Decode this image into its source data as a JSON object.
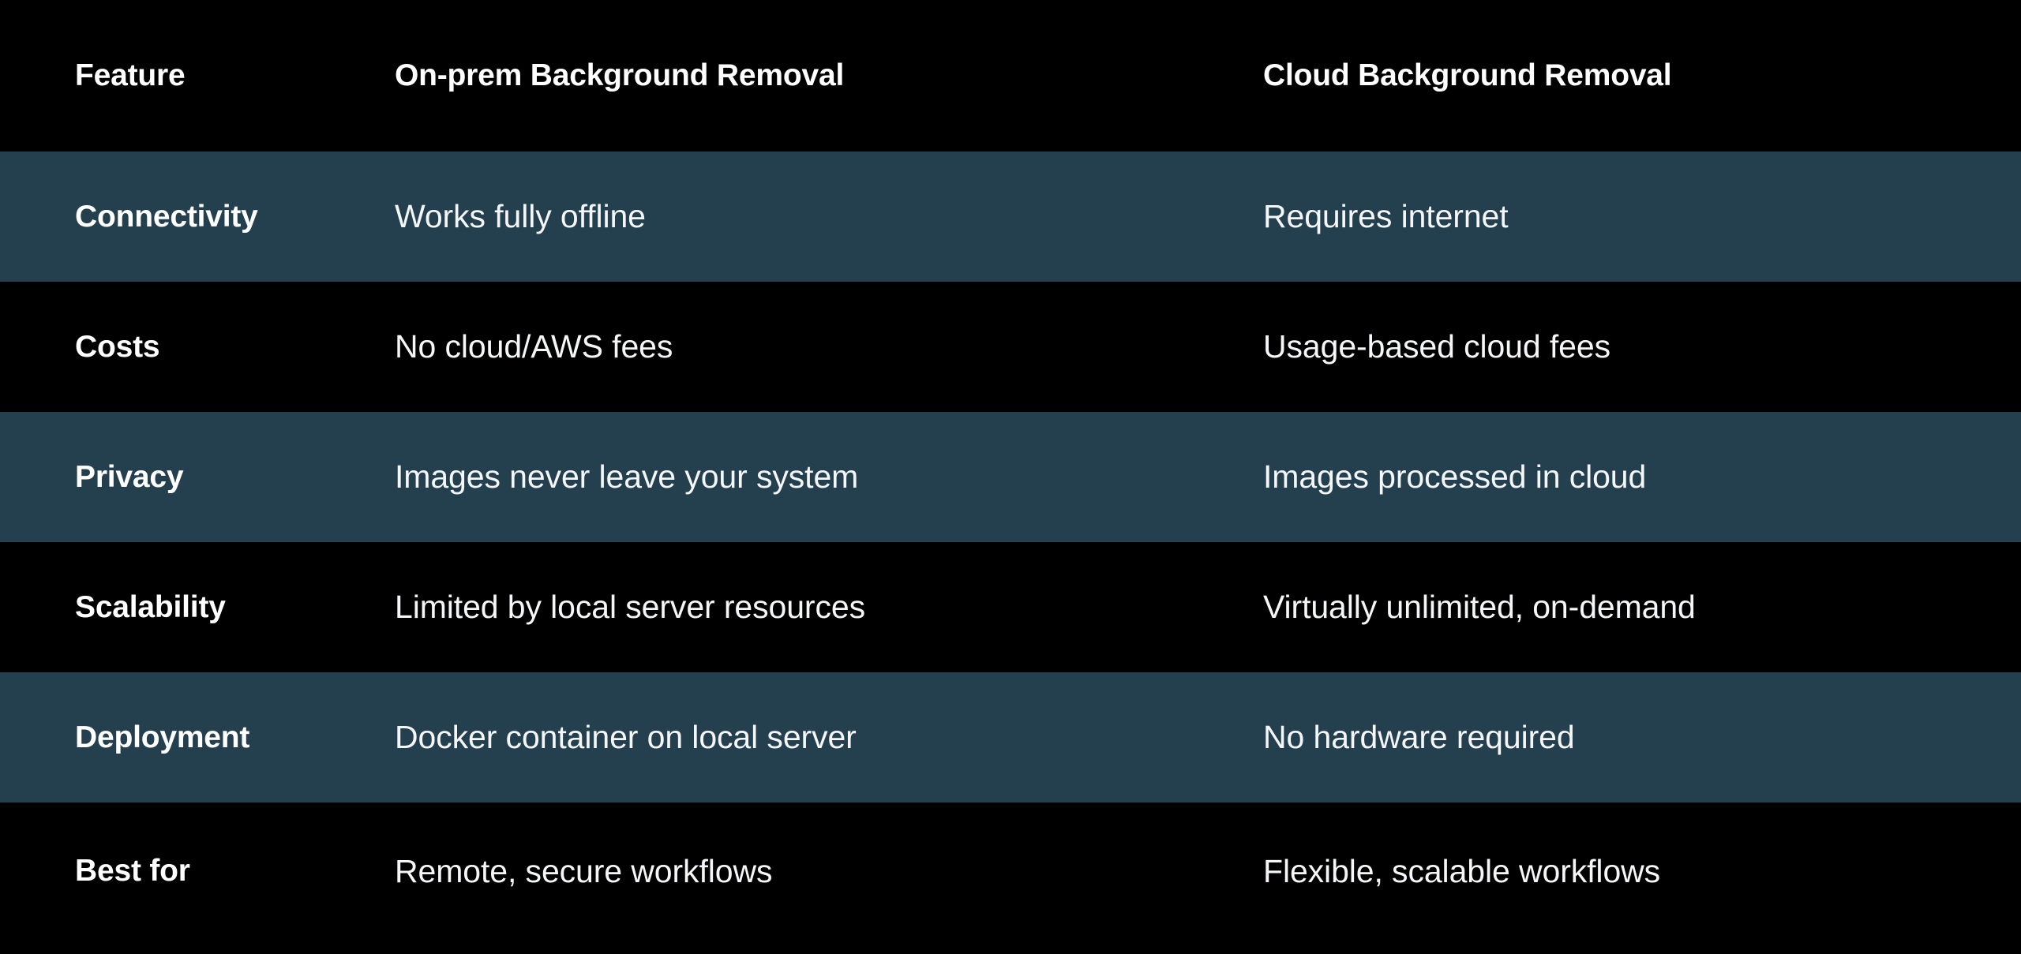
{
  "table": {
    "columns": [
      {
        "key": "feature",
        "label": "Feature"
      },
      {
        "key": "onprem",
        "label": "On-prem Background Removal"
      },
      {
        "key": "cloud",
        "label": "Cloud Background Removal"
      }
    ],
    "rows": [
      {
        "feature": "Connectivity",
        "onprem": "Works fully offline",
        "cloud": "Requires internet",
        "striped": true
      },
      {
        "feature": "Costs",
        "onprem": "No cloud/AWS fees",
        "cloud": "Usage-based cloud fees",
        "striped": false
      },
      {
        "feature": "Privacy",
        "onprem": "Images never leave your system",
        "cloud": "Images processed in cloud",
        "striped": true
      },
      {
        "feature": "Scalability",
        "onprem": "Limited by local server resources",
        "cloud": "Virtually unlimited, on-demand",
        "striped": false
      },
      {
        "feature": "Deployment",
        "onprem": "Docker container on local server",
        "cloud": "No hardware required",
        "striped": true
      },
      {
        "feature": "Best for",
        "onprem": "Remote, secure workflows",
        "cloud": "Flexible, scalable workflows",
        "striped": false
      }
    ]
  },
  "colors": {
    "background": "#000000",
    "stripe": "#24404f",
    "text": "#ffffff",
    "body_text": "#f4f6f7"
  }
}
